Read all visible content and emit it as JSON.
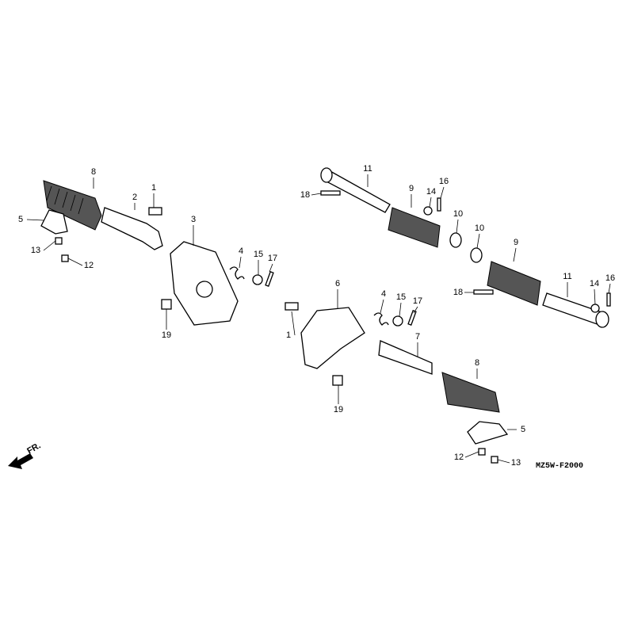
{
  "diagram": {
    "callouts": [
      "8",
      "2",
      "1",
      "3",
      "5",
      "13",
      "12",
      "4",
      "15",
      "17",
      "19",
      "11",
      "18",
      "9",
      "14",
      "16",
      "10",
      "10",
      "9",
      "18",
      "11",
      "14",
      "16",
      "6",
      "4",
      "15",
      "17",
      "1",
      "7",
      "8",
      "19",
      "5",
      "12",
      "13"
    ],
    "direction_label": "FR.",
    "drawing_code": "MZ5W-F2000"
  }
}
